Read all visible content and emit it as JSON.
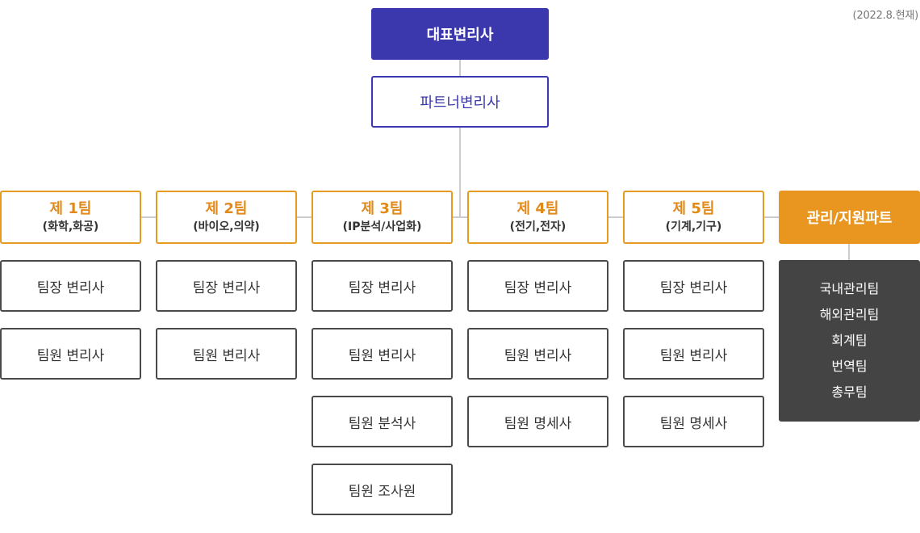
{
  "date_label": "(2022.8.현재)",
  "ceo": "대표변리사",
  "partner": "파트너변리사",
  "teams": [
    {
      "name": "제 1팀",
      "sub": "(화학,화공)",
      "members": [
        "팀장 변리사",
        "팀원 변리사"
      ]
    },
    {
      "name": "제 2팀",
      "sub": "(바이오,의약)",
      "members": [
        "팀장 변리사",
        "팀원 변리사"
      ]
    },
    {
      "name": "제 3팀",
      "sub": "(IP분석/사업화)",
      "members": [
        "팀장 변리사",
        "팀원 변리사",
        "팀원 분석사",
        "팀원 조사원"
      ]
    },
    {
      "name": "제 4팀",
      "sub": "(전기,전자)",
      "members": [
        "팀장 변리사",
        "팀원 변리사",
        "팀원 명세사"
      ]
    },
    {
      "name": "제 5팀",
      "sub": "(기계,기구)",
      "members": [
        "팀장 변리사",
        "팀원 변리사",
        "팀원 명세사"
      ]
    }
  ],
  "management": {
    "title": "관리/지원파트",
    "items": [
      "국내관리팀",
      "해외관리팀",
      "회계팀",
      "번역팀",
      "총무팀"
    ]
  }
}
